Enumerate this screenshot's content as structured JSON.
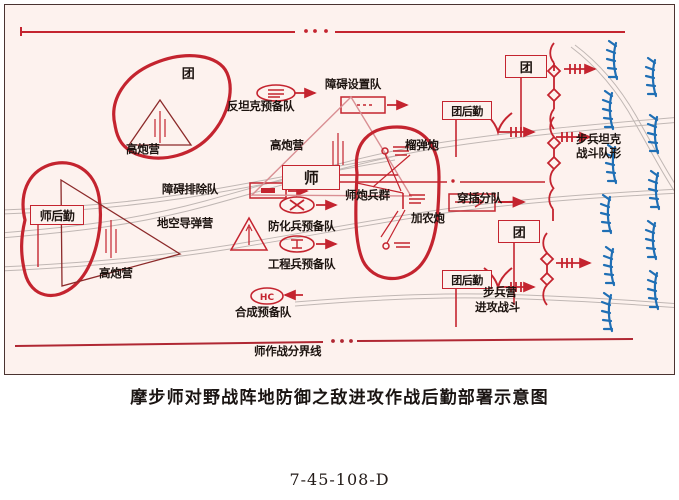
{
  "figure": {
    "caption": "摩步师对野战阵地防御之敌进攻作战后勤部署示意图",
    "figure_number": "7-45-108-D"
  },
  "colors": {
    "friendly_red": "#c4242f",
    "enemy_blue": "#1f6fb5",
    "background": "#fdf2ee",
    "frame": "#4a3330",
    "terrain_line": "#b9b0ad"
  },
  "boundaries": {
    "top_line_label": "",
    "bottom_line_label": "师作战分界线"
  },
  "units": [
    {
      "id": "regt-aaa-top",
      "symbol_text": "团",
      "label": "高炮营",
      "type": "triangle-aaa",
      "encircled": true
    },
    {
      "id": "div-logistics",
      "symbol_text": "师后勤",
      "label": "高炮营",
      "type": "flag",
      "encircled": true
    },
    {
      "id": "div-hq",
      "symbol_text": "师",
      "label": "高炮营",
      "type": "box",
      "encircled": false
    },
    {
      "id": "div-artillery-grp",
      "symbol_text": "",
      "label": "师炮兵群",
      "type": "group",
      "encircled": true
    }
  ],
  "labels": [
    {
      "name": "anti-tank-reserve",
      "text": "反坦克预备队"
    },
    {
      "name": "obstacle-emplacement",
      "text": "障碍设置队"
    },
    {
      "name": "aaa-battalion-top",
      "text": "高炮营"
    },
    {
      "name": "aaa-battalion-mid",
      "text": "高炮营"
    },
    {
      "name": "aaa-battalion-low",
      "text": "高炮营"
    },
    {
      "name": "obstacle-clearing",
      "text": "障碍排除队"
    },
    {
      "name": "sam-battalion",
      "text": "地空导弹营"
    },
    {
      "name": "chemical-defense-res",
      "text": "防化兵预备队"
    },
    {
      "name": "engineer-reserve",
      "text": "工程兵预备队"
    },
    {
      "name": "combined-reserve",
      "text": "合成预备队"
    },
    {
      "name": "div-artillery-group",
      "text": "师炮兵群"
    },
    {
      "name": "howitzer",
      "text": "榴弹炮"
    },
    {
      "name": "cannon",
      "text": "加农炮"
    },
    {
      "name": "infiltration-unit",
      "text": "穿插分队"
    },
    {
      "name": "infantry-tank-form",
      "text": "步兵坦克"
    },
    {
      "name": "infantry-tank-form2",
      "text": "战斗队形"
    },
    {
      "name": "inf-bn-attack",
      "text": "步兵营"
    },
    {
      "name": "inf-bn-attack2",
      "text": "进攻战斗"
    },
    {
      "name": "div-boundary",
      "text": "师作战分界线"
    }
  ],
  "symbol_boxes": [
    {
      "name": "regiment-flag-top",
      "text": "团"
    },
    {
      "name": "regiment-logistics-1",
      "text": "团后勤"
    },
    {
      "name": "regiment-flag-mid",
      "text": "团"
    },
    {
      "name": "regiment-logistics-2",
      "text": "团后勤"
    },
    {
      "name": "division-hq-box",
      "text": "师"
    },
    {
      "name": "division-logistics",
      "text": "师后勤"
    },
    {
      "name": "regiment-top-ellipse",
      "text": "团"
    },
    {
      "name": "combined-reserve-sym",
      "text": "HC"
    }
  ]
}
